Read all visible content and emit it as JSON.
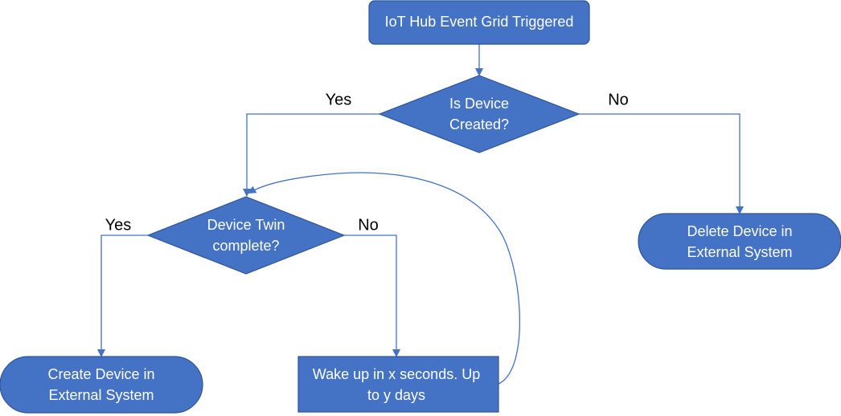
{
  "diagram": {
    "nodes": {
      "start": {
        "lines": [
          "IoT Hub Event Grid Triggered"
        ]
      },
      "device_created": {
        "lines": [
          "Is Device",
          "Created?"
        ]
      },
      "twin_complete": {
        "lines": [
          "Device Twin",
          "complete?"
        ]
      },
      "delete_external": {
        "lines": [
          "Delete Device in",
          "External System"
        ]
      },
      "create_external": {
        "lines": [
          "Create Device in",
          "External System"
        ]
      },
      "wake_up": {
        "lines": [
          "Wake up in x seconds. Up",
          "to y days"
        ]
      }
    },
    "edge_labels": {
      "created_yes": "Yes",
      "created_no": "No",
      "twin_yes": "Yes",
      "twin_no": "No"
    }
  },
  "colors": {
    "shape_fill": "#4472C4",
    "shape_stroke": "#2F5597",
    "connector": "#4472C4",
    "text_on_shape": "#FFFFFF",
    "label_text": "#000000"
  }
}
